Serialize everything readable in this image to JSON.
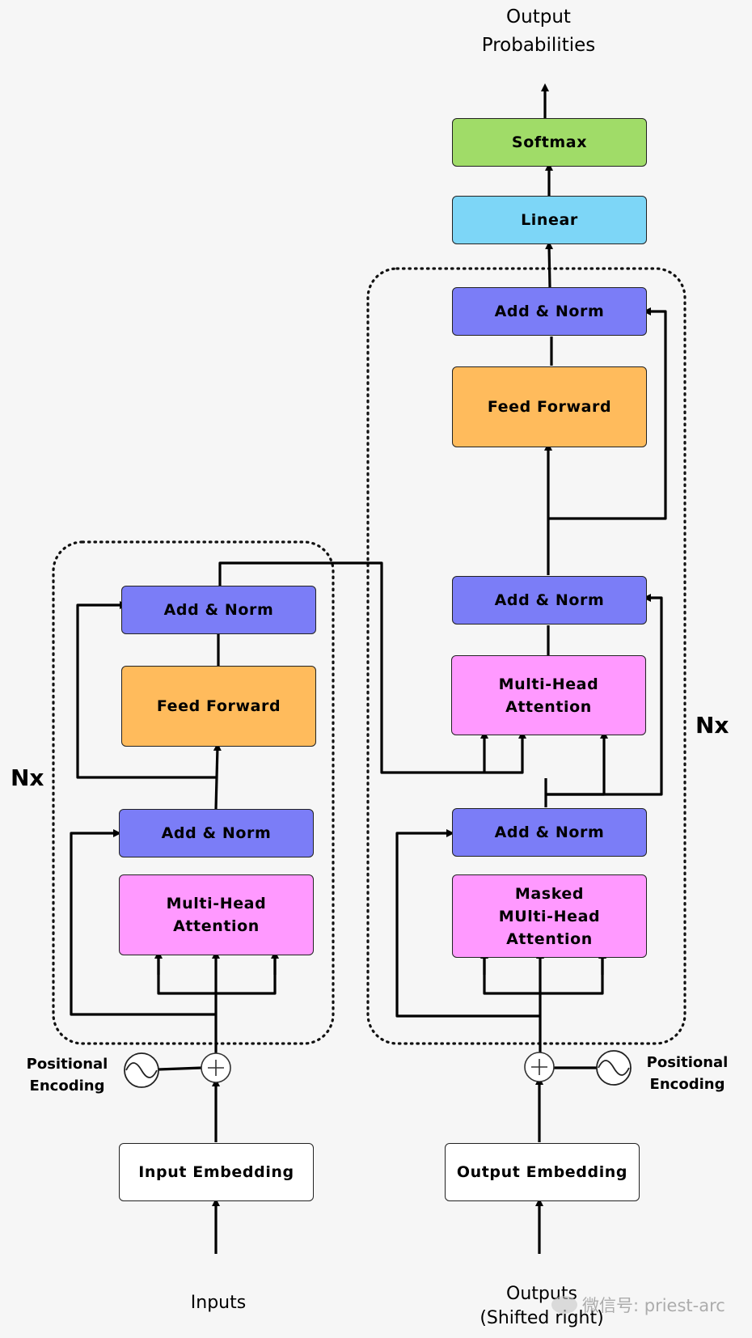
{
  "decoder_out": {
    "output_label": "Output\nProbabilities",
    "softmax": "Softmax",
    "linear": "Linear"
  },
  "decoder": {
    "add_norm_top": "Add & Norm",
    "feed_forward": "Feed Forward",
    "add_norm_mid": "Add & Norm",
    "cross_attention": "Multi-Head\nAttention",
    "add_norm_bottom": "Add & Norm",
    "masked_attention": "Masked\nMUlti-Head\nAttention",
    "nx": "Nx",
    "positional_encoding": "Positional\nEncoding",
    "embedding": "Output Embedding",
    "input_label": "Outputs\n(Shifted right)"
  },
  "encoder": {
    "add_norm_top": "Add & Norm",
    "feed_forward": "Feed Forward",
    "add_norm_bottom": "Add & Norm",
    "attention": "Multi-Head\nAttention",
    "nx": "Nx",
    "positional_encoding": "Positional\nEncoding",
    "embedding": "Input Embedding",
    "input_label": "Inputs"
  },
  "watermark": "微信号: priest-arc",
  "colors": {
    "add_norm": "#7b7df7",
    "feed_forward": "#ffbb5c",
    "attention": "#ff99ff",
    "linear": "#7dd6f7",
    "softmax": "#a0dc68",
    "embedding": "#ffffff"
  }
}
